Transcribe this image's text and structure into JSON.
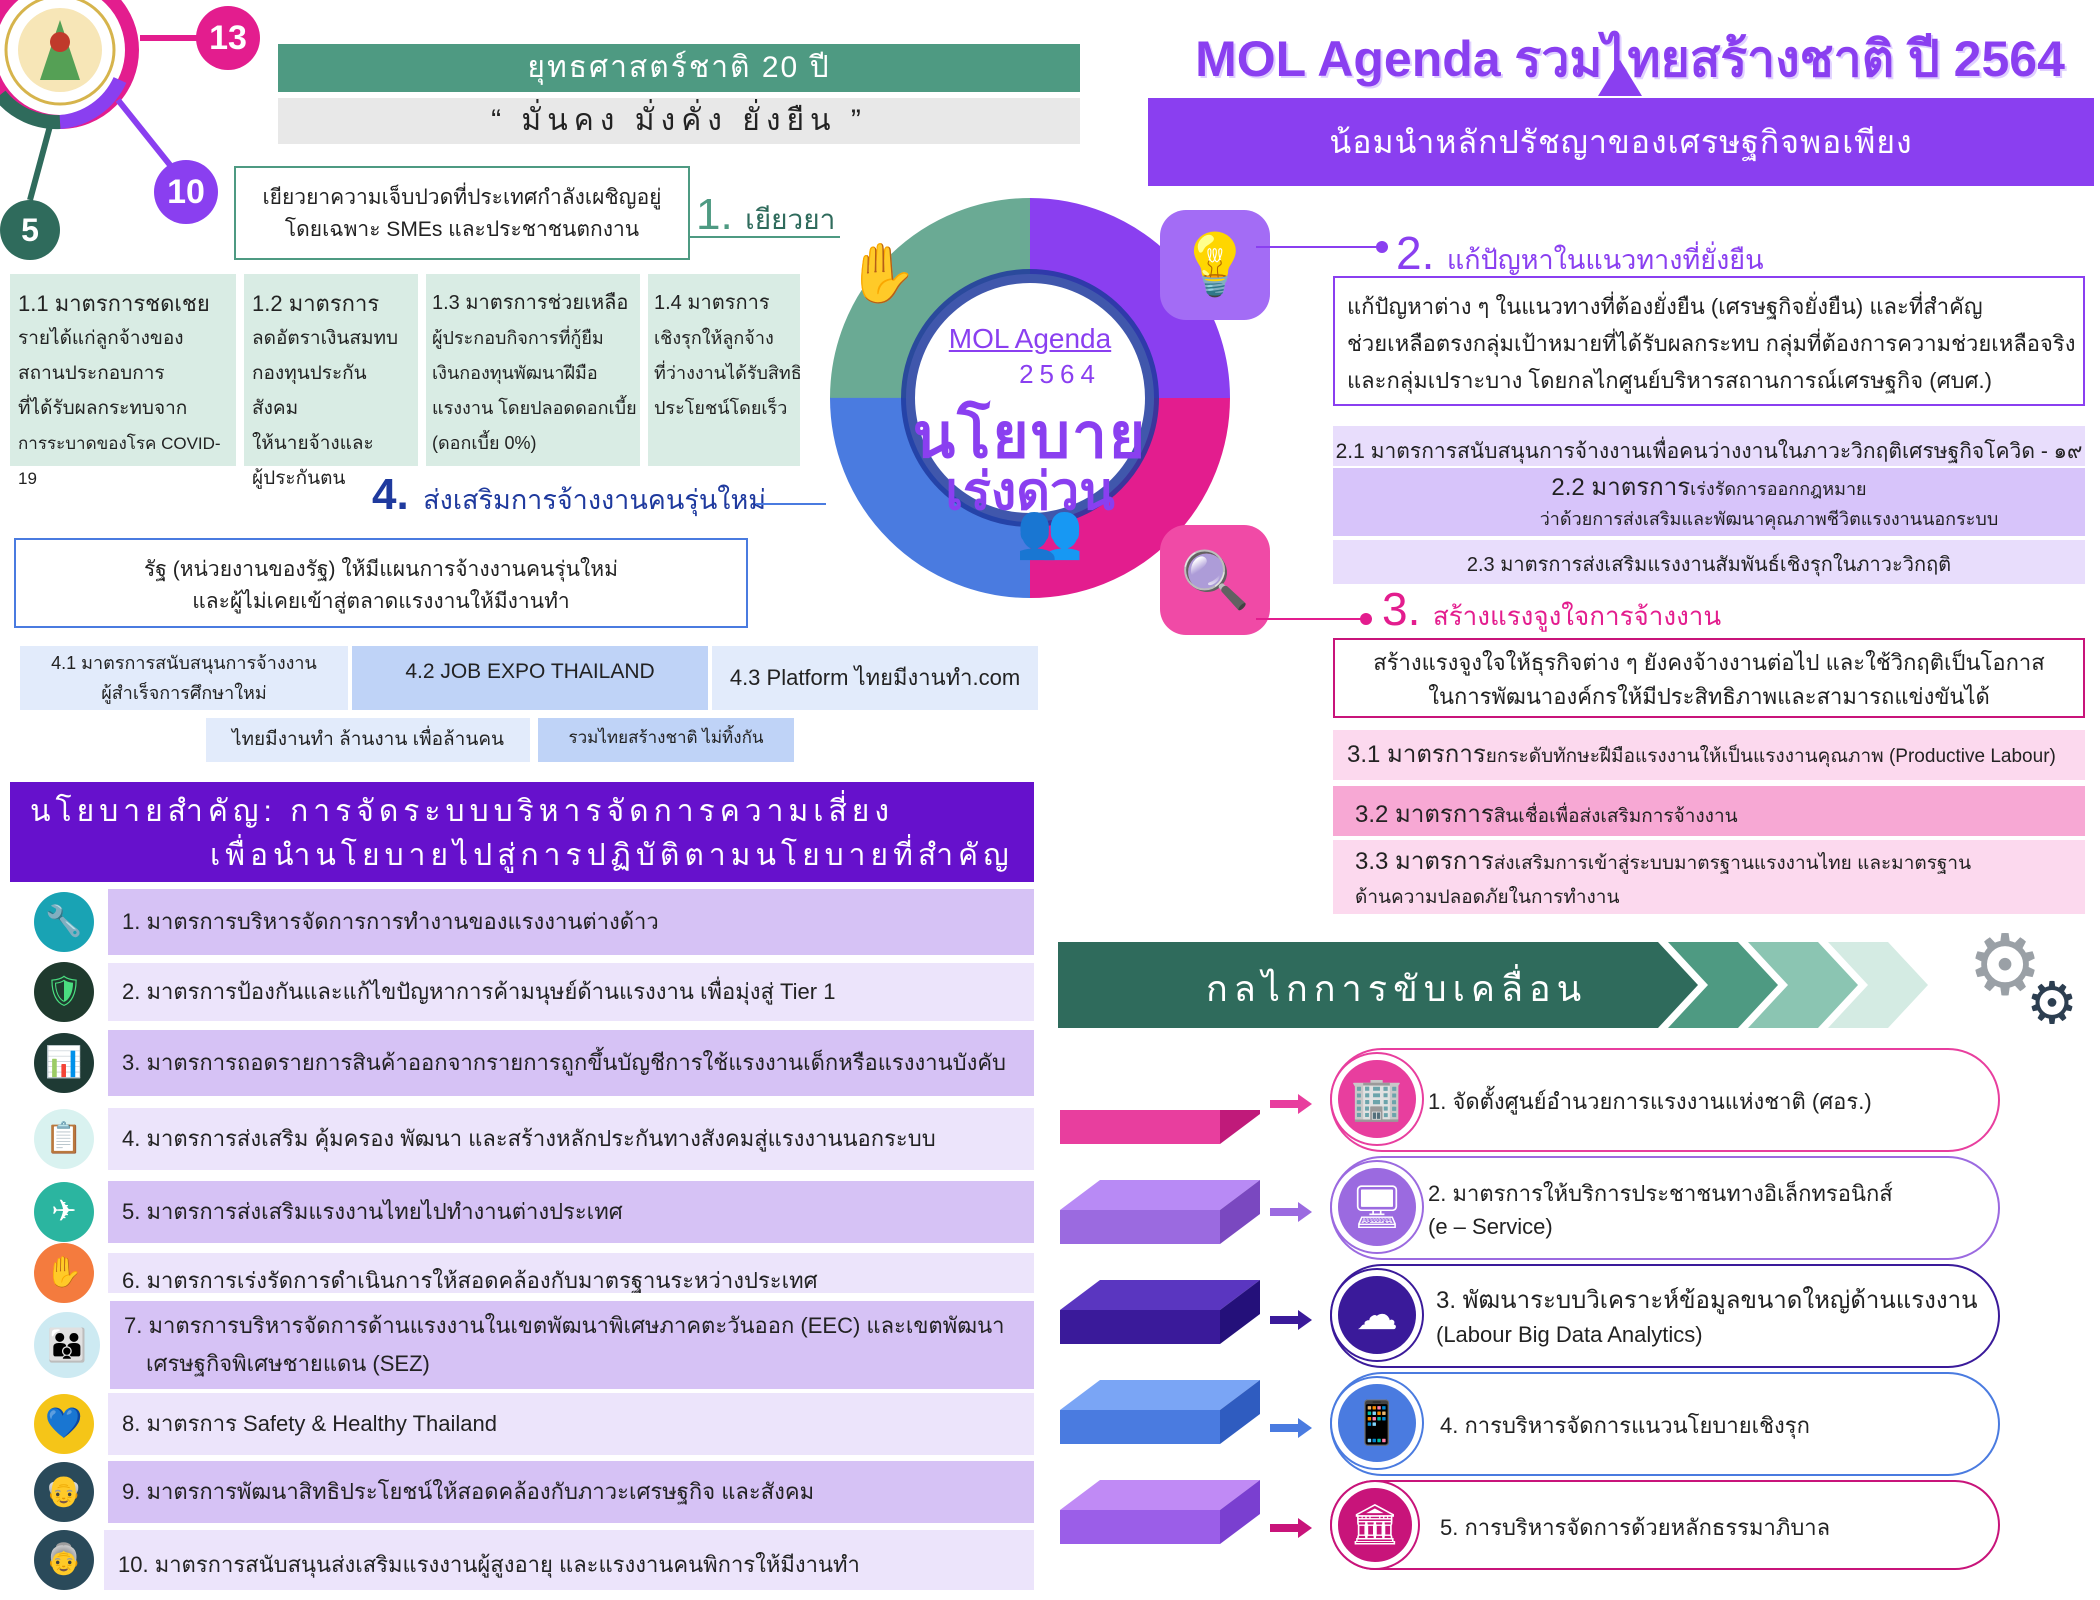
{
  "header": {
    "title": "MOL Agenda รวมไทยสร้างชาติ ปี 2564",
    "purple_banner": "น้อมนำหลักปรัชญาของเศรษฐกิจพอเพียง",
    "strategy_title": "ยุทธศาสตร์ชาติ 20 ปี",
    "strategy_motto": "“ มั่นคง มั่งคั่ง ยั่งยืน ”",
    "badges": [
      "13",
      "10",
      "5"
    ]
  },
  "center": {
    "line1": "MOL Agenda",
    "line2": "2564",
    "line3": "นโยบาย",
    "line4": "เร่งด่วน"
  },
  "pillar1": {
    "number": "1.",
    "title": "เยียวยา",
    "desc_line1": "เยียวยาความเจ็บปวดที่ประเทศกำลังเผชิญอยู่",
    "desc_line2": "โดยเฉพาะ SMEs และประชาชนตกงาน",
    "measures": [
      {
        "lines": [
          "1.1 มาตรการชดเชย",
          "รายได้แก่ลูกจ้างของ",
          "สถานประกอบการ",
          "ที่ได้รับผลกระทบจาก",
          "การระบาดของโรค COVID-19"
        ]
      },
      {
        "lines": [
          "1.2 มาตรการ",
          "ลดอัตราเงินสมทบ",
          "กองทุนประกันสังคม",
          "ให้นายจ้างและ",
          "ผู้ประกันตน"
        ]
      },
      {
        "lines": [
          "1.3 มาตรการช่วยเหลือ",
          "ผู้ประกอบกิจการที่กู้ยืม",
          "เงินกองทุนพัฒนาฝีมือ",
          "แรงงาน โดยปลอดดอกเบี้ย",
          "(ดอกเบี้ย 0%)"
        ]
      },
      {
        "lines": [
          "1.4 มาตรการ",
          "เชิงรุกให้ลูกจ้าง",
          "ที่ว่างงานได้รับสิทธิ",
          "ประโยชน์โดยเร็ว"
        ]
      }
    ]
  },
  "pillar2": {
    "number": "2.",
    "title": "แก้ปัญหาในแนวทางที่ยั่งยืน",
    "desc_line1": "แก้ปัญหาต่าง ๆ ในแนวทางที่ต้องยั่งยืน (เศรษฐกิจยั่งยืน) และที่สำคัญ",
    "desc_line2": "ช่วยเหลือตรงกลุ่มเป้าหมายที่ได้รับผลกระทบ กลุ่มที่ต้องการความช่วยเหลือจริง",
    "desc_line3": "และกลุ่มเปราะบาง โดยกลไกศูนย์บริหารสถานการณ์เศรษฐกิจ (ศบศ.)",
    "m1": "2.1 มาตรการสนับสนุนการจ้างงานเพื่อคนว่างงานในภาวะวิกฤติเศรษฐกิจโควิด - ๑๙",
    "m2a": "2.2 มาตรการ",
    "m2b": "เร่งรัดการออกกฎหมาย",
    "m2c": "ว่าด้วยการส่งเสริมและพัฒนาคุณภาพชีวิตแรงงานนอกระบบ",
    "m3": "2.3 มาตรการส่งเสริมแรงงานสัมพันธ์เชิงรุกในภาวะวิกฤติ"
  },
  "pillar3": {
    "number": "3.",
    "title": "สร้างแรงจูงใจการจ้างงาน",
    "desc_line1": "สร้างแรงจูงใจให้ธุรกิจต่าง ๆ ยังคงจ้างงานต่อไป และใช้วิกฤติเป็นโอกาส",
    "desc_line2": "ในการพัฒนาองค์กรให้มีประสิทธิภาพและสามารถแข่งขันได้",
    "m1a": "3.1 มาตรการ",
    "m1b": "ยกระดับทักษะฝีมือแรงงานให้เป็นแรงงานคุณภาพ (Productive Labour)",
    "m2a": "3.2 มาตรการ",
    "m2b": "สินเชื่อเพื่อส่งเสริมการจ้างงาน",
    "m3a": "3.3 มาตรการ",
    "m3b": "ส่งเสริมการเข้าสู่ระบบมาตรฐานแรงงานไทย และมาตรฐาน",
    "m3c": "ด้านความปลอดภัยในการทำงาน"
  },
  "pillar4": {
    "number": "4.",
    "title": "ส่งเสริมการจ้างงานคนรุ่นใหม่",
    "desc_line1": "รัฐ (หน่วยงานของรัฐ) ให้มีแผนการจ้างงานคนรุ่นใหม่",
    "desc_line2": "และผู้ไม่เคยเข้าสู่ตลาดแรงงานให้มีงานทำ",
    "m1_line1": "4.1 มาตรการสนับสนุนการจ้างงาน",
    "m1_line2": "ผู้สำเร็จการศึกษาใหม่",
    "m2": "4.2 JOB EXPO THAILAND",
    "m3": "4.3 Platform ไทยมีงานทำ.com",
    "tag1": "ไทยมีงานทำ ล้านงาน เพื่อล้านคน",
    "tag2": "รวมไทยสร้างชาติ ไม่ทิ้งกัน"
  },
  "key_policy": {
    "title_line1": "นโยบายสำคัญ: การจัดระบบบริหารจัดการความเสี่ยง",
    "title_line2": "เพื่อนำนโยบายไปสู่การปฏิบัติตามนโยบายที่สำคัญ",
    "items": [
      {
        "text": "1. มาตรการบริหารจัดการการทำงานของแรงงานต่างด้าว",
        "icon": "worker-icon"
      },
      {
        "text": "2. มาตรการป้องกันและแก้ไขปัญหาการค้ามนุษย์ด้านแรงงาน เพื่อมุ่งสู่ Tier 1",
        "icon": "shield-check-icon"
      },
      {
        "text": "3. มาตรการถอดรายการสินค้าออกจากรายการถูกขึ้นบัญชีการใช้แรงงานเด็กหรือแรงงานบังคับ",
        "icon": "chart-icon"
      },
      {
        "text": "4. มาตรการส่งเสริม คุ้มครอง พัฒนา และสร้างหลักประกันทางสังคมสู่แรงงานนอกระบบ",
        "icon": "clipboard-icon"
      },
      {
        "text": "5. มาตรการส่งเสริมแรงงานไทยไปทำงานต่างประเทศ",
        "icon": "airplane-icon"
      },
      {
        "text": "6. มาตรการเร่งรัดการดำเนินการให้สอดคล้องกับมาตรฐานระหว่างประเทศ",
        "icon": "hand-icon"
      },
      {
        "text": "7. มาตรการบริหารจัดการด้านแรงงานในเขตพัฒนาพิเศษภาคตะวันออก (EEC) และเขตพัฒนา",
        "text2": "เศรษฐกิจพิเศษชายแดน (SEZ)",
        "icon": "family-icon"
      },
      {
        "text": "8. มาตรการ Safety & Healthy Thailand",
        "icon": "heart-shield-icon"
      },
      {
        "text": "9. มาตรการพัฒนาสิทธิประโยชน์ให้สอดคล้องกับภาวะเศรษฐกิจ และสังคม",
        "icon": "elderly-icon"
      },
      {
        "text": "10. มาตรการสนับสนุนส่งเสริมแรงงานผู้สูงอายุ และแรงงานคนพิการให้มีงานทำ",
        "icon": "elderly-couple-icon"
      }
    ]
  },
  "mechanism": {
    "title": "กลไกการขับเคลื่อน",
    "items": [
      {
        "text": "1. จัดตั้งศูนย์อำนวยการแรงงานแห่งชาติ (ศอร.)",
        "text2": "",
        "icon": "building-icon",
        "color": "#e83e9e"
      },
      {
        "text": "2. มาตรการให้บริการประชาชนทางอิเล็กทรอนิกส์",
        "text2": "(e – Service)",
        "icon": "monitor-icon",
        "color": "#9b6ae0"
      },
      {
        "text": "3. พัฒนาระบบวิเคราะห์ข้อมูลขนาดใหญ่ด้านแรงงาน",
        "text2": "(Labour Big Data Analytics)",
        "icon": "cloud-icon",
        "color": "#3a1a9a"
      },
      {
        "text": "4. การบริหารจัดการแนวนโยบายเชิงรุก",
        "text2": "",
        "icon": "devices-icon",
        "color": "#4b7be0"
      },
      {
        "text": "5. การบริหารจัดการด้วยหลักธรรมาภิบาล",
        "text2": "",
        "icon": "bank-icon",
        "color": "#c8147a"
      }
    ]
  },
  "colors": {
    "green": "#5ba58d",
    "purple": "#8a3ff0",
    "pink": "#e31d8e",
    "blue": "#4a7be0",
    "dark_green": "#2f6b5c"
  }
}
